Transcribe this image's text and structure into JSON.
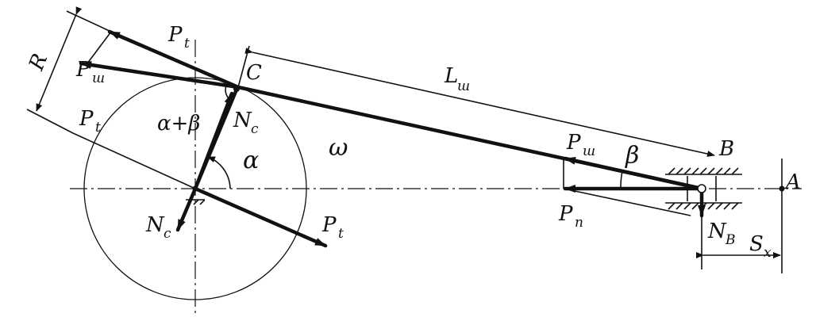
{
  "labels": {
    "R": "R",
    "P_t_top": "P",
    "P_t_top_sub": "t",
    "P_sh_left": "P",
    "P_sh_left_sub": "ш",
    "C": "C",
    "L_sh": "L",
    "L_sh_sub": "ш",
    "P_t_left": "P",
    "P_t_left_sub": "t",
    "alpha_beta": "α+β",
    "N_c_upper": "N",
    "N_c_upper_sub": "c",
    "omega": "ω",
    "alpha": "α",
    "N_c_lower": "N",
    "N_c_lower_sub": "c",
    "P_t_right": "P",
    "P_t_right_sub": "t",
    "P_sh_right": "P",
    "P_sh_right_sub": "ш",
    "beta": "β",
    "B": "B",
    "A": "A",
    "P_n": "P",
    "P_n_sub": "n",
    "N_B": "N",
    "N_B_sub": "B",
    "S_x": "S",
    "S_x_sub": "x"
  }
}
